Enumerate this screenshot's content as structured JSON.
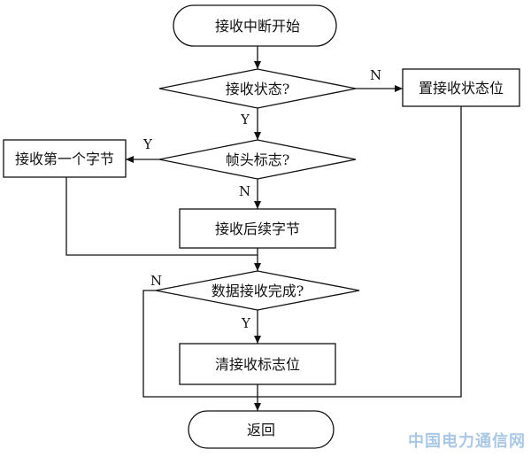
{
  "nodes": {
    "start": "接收中断开始",
    "d_state": "接收状态?",
    "set_flag": "置接收状态位",
    "d_head": "帧头标志?",
    "first_byte": "接收第一个字节",
    "next_bytes": "接收后续字节",
    "d_done": "数据接收完成?",
    "clear_flag": "清接收标志位",
    "end": "返回"
  },
  "edge_labels": {
    "state_no": "N",
    "state_yes": "Y",
    "head_yes": "Y",
    "head_no": "N",
    "done_no": "N",
    "done_yes": "Y"
  },
  "watermark": "中国电力通信网"
}
